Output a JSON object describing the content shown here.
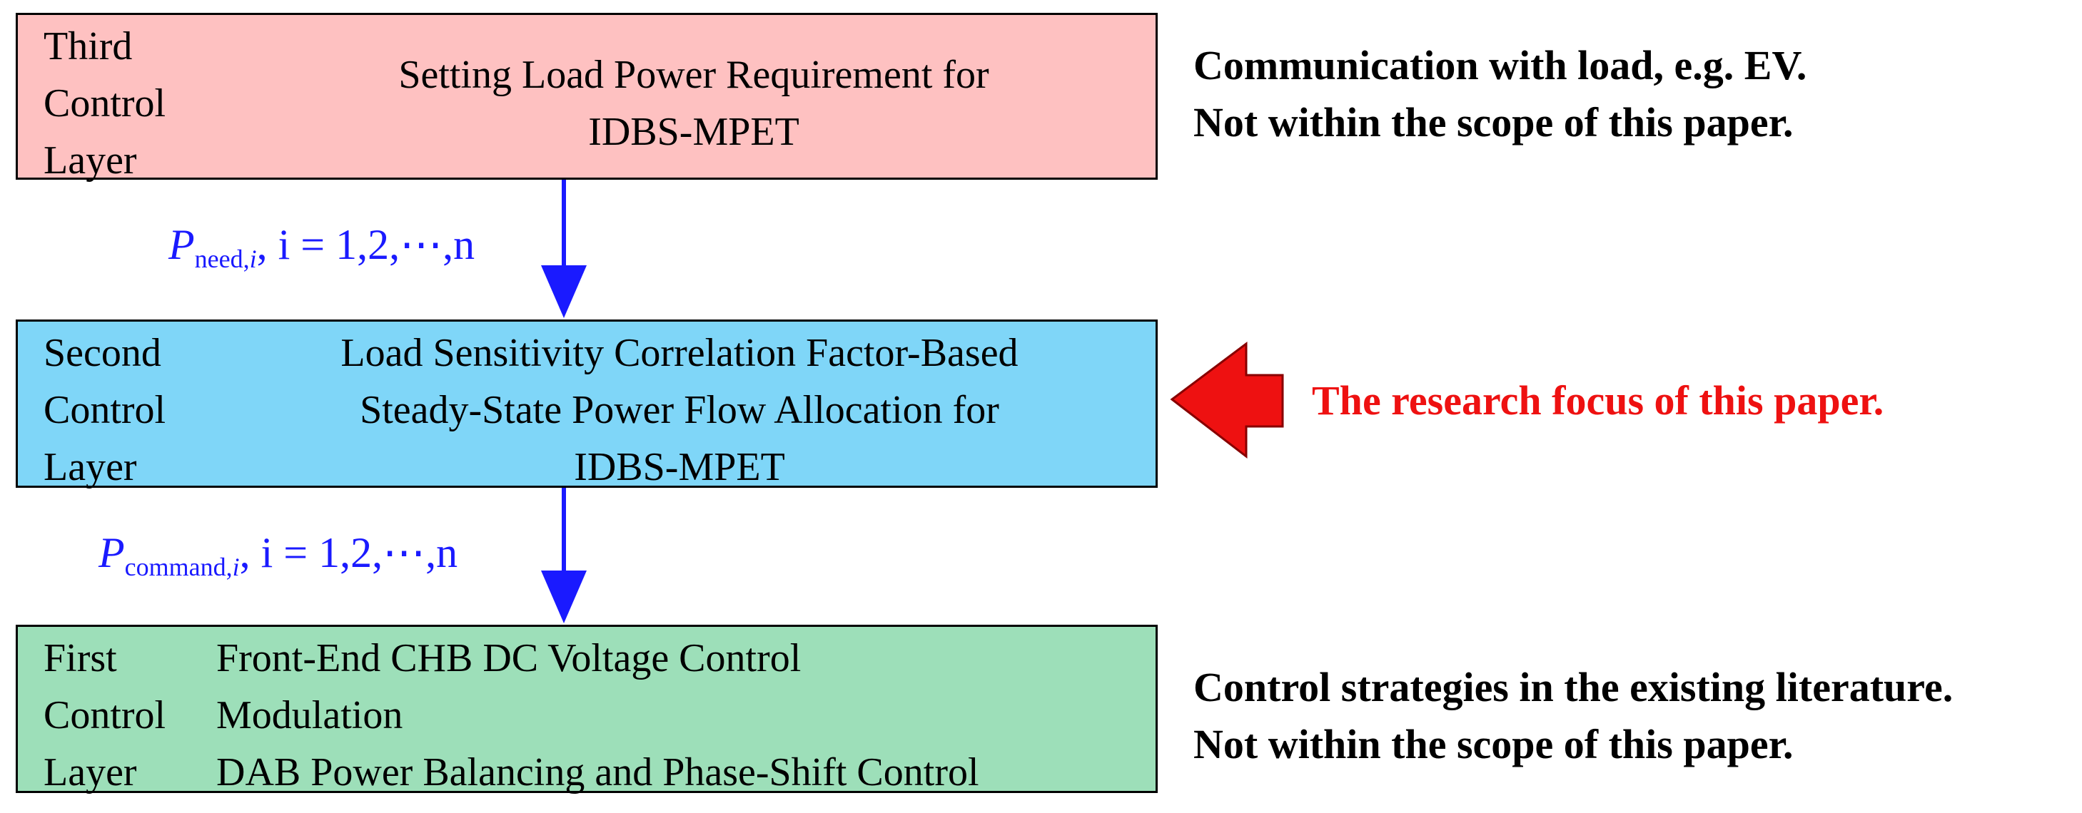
{
  "colors": {
    "third_layer_fill": "#fec1c1",
    "second_layer_fill": "#7fd6f8",
    "first_layer_fill": "#9ddfb9",
    "arrow_blue": "#1a1aff",
    "highlight_red": "#ee1111",
    "pointer_red": "#ee1111"
  },
  "third_layer": {
    "label_lines": [
      "Third",
      "Control",
      "Layer"
    ],
    "content_lines": [
      "Setting Load Power Requirement for",
      "IDBS-MPET"
    ]
  },
  "arrow_top": {
    "symbol": "P",
    "subscript": "need,",
    "subscript_index": "i",
    "rest": ", i = 1,2,⋯,n"
  },
  "second_layer": {
    "label_lines": [
      "Second",
      "Control",
      "Layer"
    ],
    "content_lines": [
      "Load Sensitivity Correlation Factor-Based",
      "Steady-State Power Flow Allocation for",
      "IDBS-MPET"
    ]
  },
  "arrow_bottom": {
    "symbol": "P",
    "subscript": "command,",
    "subscript_index": "i",
    "rest": ", i = 1,2,⋯,n"
  },
  "first_layer": {
    "label_lines": [
      "First",
      "Control",
      "Layer"
    ],
    "content_lines": [
      "Front-End CHB DC Voltage Control",
      "Modulation",
      "DAB Power Balancing and Phase-Shift Control"
    ]
  },
  "notes": {
    "top": [
      "Communication with load, e.g. EV.",
      "Not within the scope of this paper."
    ],
    "middle": "The research focus of this paper.",
    "bottom": [
      "Control strategies in the existing literature.",
      "Not within the scope of this paper."
    ]
  }
}
